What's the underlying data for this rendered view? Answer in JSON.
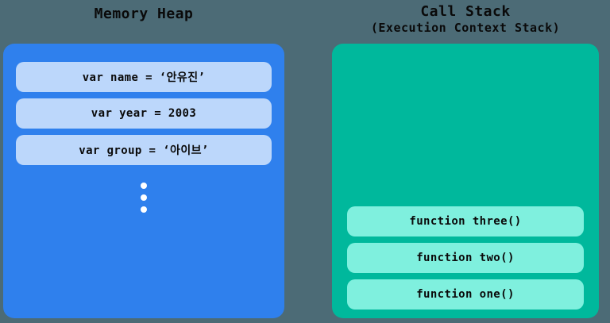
{
  "background_color": "#4c6b76",
  "memory_heap": {
    "title": "Memory Heap",
    "panel_color": "#2f80ed",
    "item_color": "#bcd7fb",
    "items": [
      {
        "label": "var name = ‘안유진’"
      },
      {
        "label": "var year = 2003"
      },
      {
        "label": "var group = ‘아이브’"
      }
    ],
    "ellipsis": {
      "name": "vertical-ellipsis",
      "dots": 3,
      "color": "#ffffff"
    }
  },
  "call_stack": {
    "title": "Call Stack",
    "subtitle": "(Execution Context Stack)",
    "panel_color": "#00b89c",
    "frame_color": "#7ff0de",
    "frames": [
      {
        "label": "function three()"
      },
      {
        "label": "function two()"
      },
      {
        "label": "function one()"
      }
    ]
  }
}
